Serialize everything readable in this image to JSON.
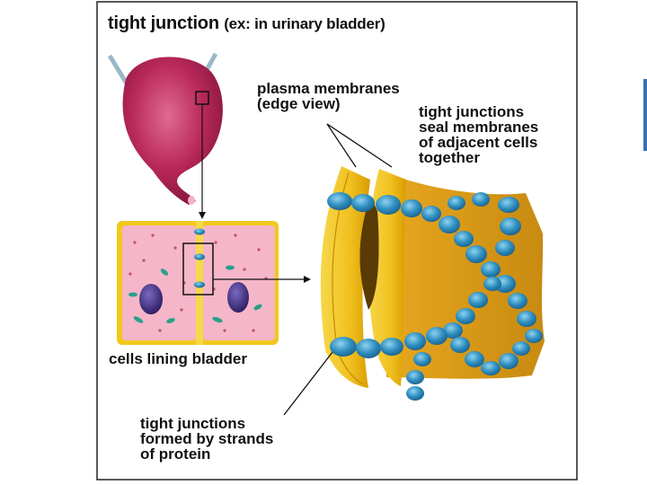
{
  "title": {
    "main": "tight junction",
    "sub": "(ex: in urinary bladder)"
  },
  "labels": {
    "plasma_membranes": "plasma membranes\n(edge view)",
    "tight_junctions_seal": "tight junctions\nseal membranes\nof adjacent cells\ntogether",
    "cells_lining_bladder": "cells lining bladder",
    "tight_junctions_formed": "tight junctions\nformed by strands\nof protein"
  },
  "colors": {
    "bladder": "#b8285a",
    "cell_fill": "#f4b6c8",
    "membrane": "#f2c81e",
    "membrane_dark": "#d8a000",
    "protein": "#2f8fc0",
    "nucleus": "#3a2a7a",
    "organelle": "#2aa08a"
  }
}
